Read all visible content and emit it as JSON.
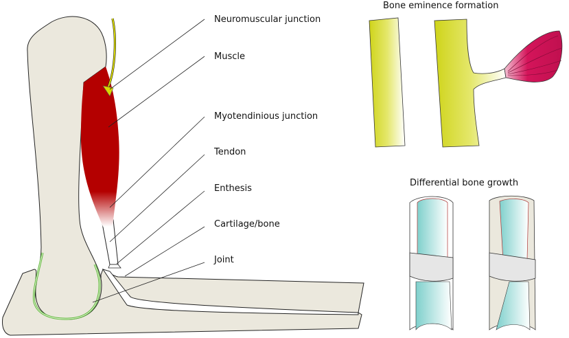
{
  "labels": {
    "neuromuscular_junction": "Neuromuscular junction",
    "muscle": "Muscle",
    "myotendinous_junction": "Myotendinious junction",
    "tendon": "Tendon",
    "enthesis": "Enthesis",
    "cartilage_bone": "Cartilage/bone",
    "joint": "Joint"
  },
  "panels": {
    "bone_eminence_title": "Bone eminence formation",
    "differential_growth_title": "Differential bone growth"
  },
  "colors": {
    "bone": "#ebe8dd",
    "muscle": "#b40000",
    "nerve": "#d8d800",
    "cartilage_green": "#5fb83a",
    "yellow_bone": "#d4d91c",
    "pink_muscle": "#d4145a",
    "cyan_marrow": "#8fd6d2"
  }
}
